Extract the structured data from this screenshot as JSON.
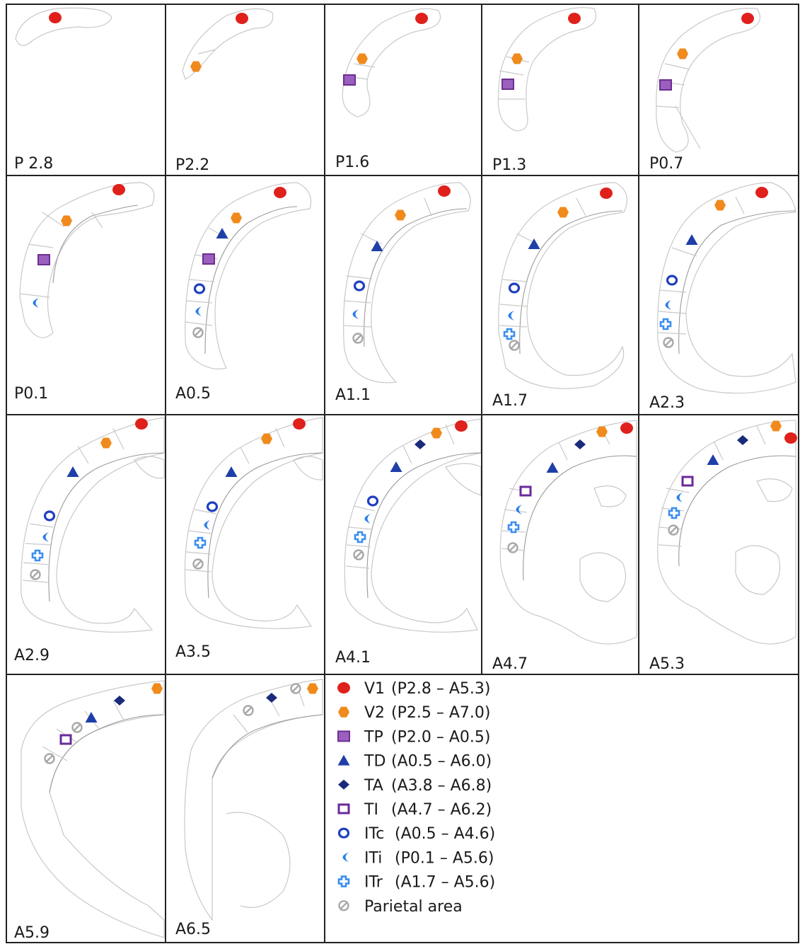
{
  "panels": [
    {
      "label": "P 2.8",
      "markers": [
        "V1"
      ]
    },
    {
      "label": "P2.2",
      "markers": [
        "V1",
        "V2"
      ]
    },
    {
      "label": "P1.6",
      "markers": [
        "V1",
        "V2",
        "TP"
      ]
    },
    {
      "label": "P1.3",
      "markers": [
        "V1",
        "V2",
        "TP"
      ]
    },
    {
      "label": "P0.7",
      "markers": [
        "V1",
        "V2",
        "TP"
      ]
    },
    {
      "label": "P0.1",
      "markers": [
        "V1",
        "V2",
        "TP",
        "ITi"
      ]
    },
    {
      "label": "A0.5",
      "markers": [
        "V1",
        "V2",
        "TD",
        "TP",
        "ITc",
        "ITi",
        "Parietal"
      ]
    },
    {
      "label": "A1.1",
      "markers": [
        "V1",
        "V2",
        "TD",
        "ITc",
        "ITi",
        "Parietal"
      ]
    },
    {
      "label": "A1.7",
      "markers": [
        "V1",
        "V2",
        "TD",
        "ITc",
        "ITi",
        "ITr",
        "Parietal"
      ]
    },
    {
      "label": "A2.3",
      "markers": [
        "V1",
        "V2",
        "TD",
        "ITc",
        "ITi",
        "ITr",
        "Parietal"
      ]
    },
    {
      "label": "A2.9",
      "markers": [
        "V1",
        "V2",
        "TD",
        "ITc",
        "ITi",
        "ITr",
        "Parietal"
      ]
    },
    {
      "label": "A3.5",
      "markers": [
        "V1",
        "V2",
        "TD",
        "ITc",
        "ITi",
        "ITr",
        "Parietal"
      ]
    },
    {
      "label": "A4.1",
      "markers": [
        "V1",
        "V2",
        "TA",
        "TD",
        "ITc",
        "ITi",
        "ITr",
        "Parietal"
      ]
    },
    {
      "label": "A4.7",
      "markers": [
        "V1",
        "V2",
        "TA",
        "TD",
        "TI",
        "ITi",
        "ITr",
        "Parietal"
      ]
    },
    {
      "label": "A5.3",
      "markers": [
        "V1",
        "V2",
        "TA",
        "TD",
        "TI",
        "ITi",
        "ITr",
        "Parietal"
      ]
    },
    {
      "label": "A5.9",
      "markers": [
        "V2",
        "TA",
        "TD",
        "Parietal",
        "TI",
        "Parietal"
      ]
    },
    {
      "label": "A6.5",
      "markers": [
        "V2",
        "Parietal",
        "TA",
        "Parietal"
      ]
    }
  ],
  "legend": [
    {
      "symbol": "V1",
      "name": "V1",
      "range": "(P2.8 – A5.3)",
      "color": "#e0201b"
    },
    {
      "symbol": "V2",
      "name": "V2",
      "range": "(P2.5 – A7.0)",
      "color": "#f08a1c"
    },
    {
      "symbol": "TP",
      "name": "TP",
      "range": "(P2.0 – A0.5)",
      "color": "#9b5fc0"
    },
    {
      "symbol": "TD",
      "name": "TD",
      "range": "(A0.5 – A6.0)",
      "color": "#1f3fa8"
    },
    {
      "symbol": "TA",
      "name": "TA",
      "range": "(A3.8 – A6.8)",
      "color": "#1a2a7a"
    },
    {
      "symbol": "TI",
      "name": "TI",
      "range": "(A4.7 – A6.2)",
      "color": "#6a2a9a"
    },
    {
      "symbol": "ITc",
      "name": "ITc",
      "range": "(A0.5 – A4.6)",
      "color": "#1e3fbf"
    },
    {
      "symbol": "ITi",
      "name": "ITi",
      "range": "(P0.1 – A5.6)",
      "color": "#2a7de8"
    },
    {
      "symbol": "ITr",
      "name": "ITr",
      "range": "(A1.7 – A5.6)",
      "color": "#3a8ef0"
    },
    {
      "symbol": "Parietal",
      "name": "Parietal area",
      "range": "",
      "color": "#a8a8a8"
    }
  ]
}
